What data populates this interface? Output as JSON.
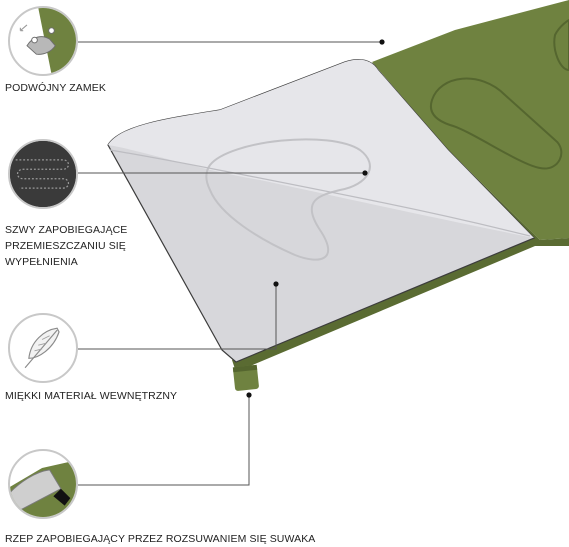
{
  "features": [
    {
      "id": "double-zipper",
      "label_lines": [
        "PODWÓJNY ZAMEK"
      ],
      "icon": "double-zipper-icon"
    },
    {
      "id": "anti-shift-seams",
      "label_lines": [
        "SZWY ZAPOBIEGAJĄCE",
        "PRZEMIESZCZANIU SIĘ",
        "WYPEŁNIENIA"
      ],
      "icon": "quilted-seam-icon"
    },
    {
      "id": "soft-lining",
      "label_lines": [
        "MIĘKKI MATERIAŁ WEWNĘTRZNY"
      ],
      "icon": "feather-icon"
    },
    {
      "id": "zipper-stopper",
      "label_lines": [
        "RZEP ZAPOBIEGAJĄCY PRZEZ ROZSUWANIEM SIĘ SUWAKA"
      ],
      "icon": "velcro-tab-icon"
    }
  ],
  "colors": {
    "shell_green": "#6f8240",
    "shell_green_dark": "#55662f",
    "lining_gray": "#d7d7db",
    "lining_light": "#e6e6ea",
    "leader_line": "#555555",
    "badge_border": "#c8c8c8",
    "label_text": "#222222"
  }
}
